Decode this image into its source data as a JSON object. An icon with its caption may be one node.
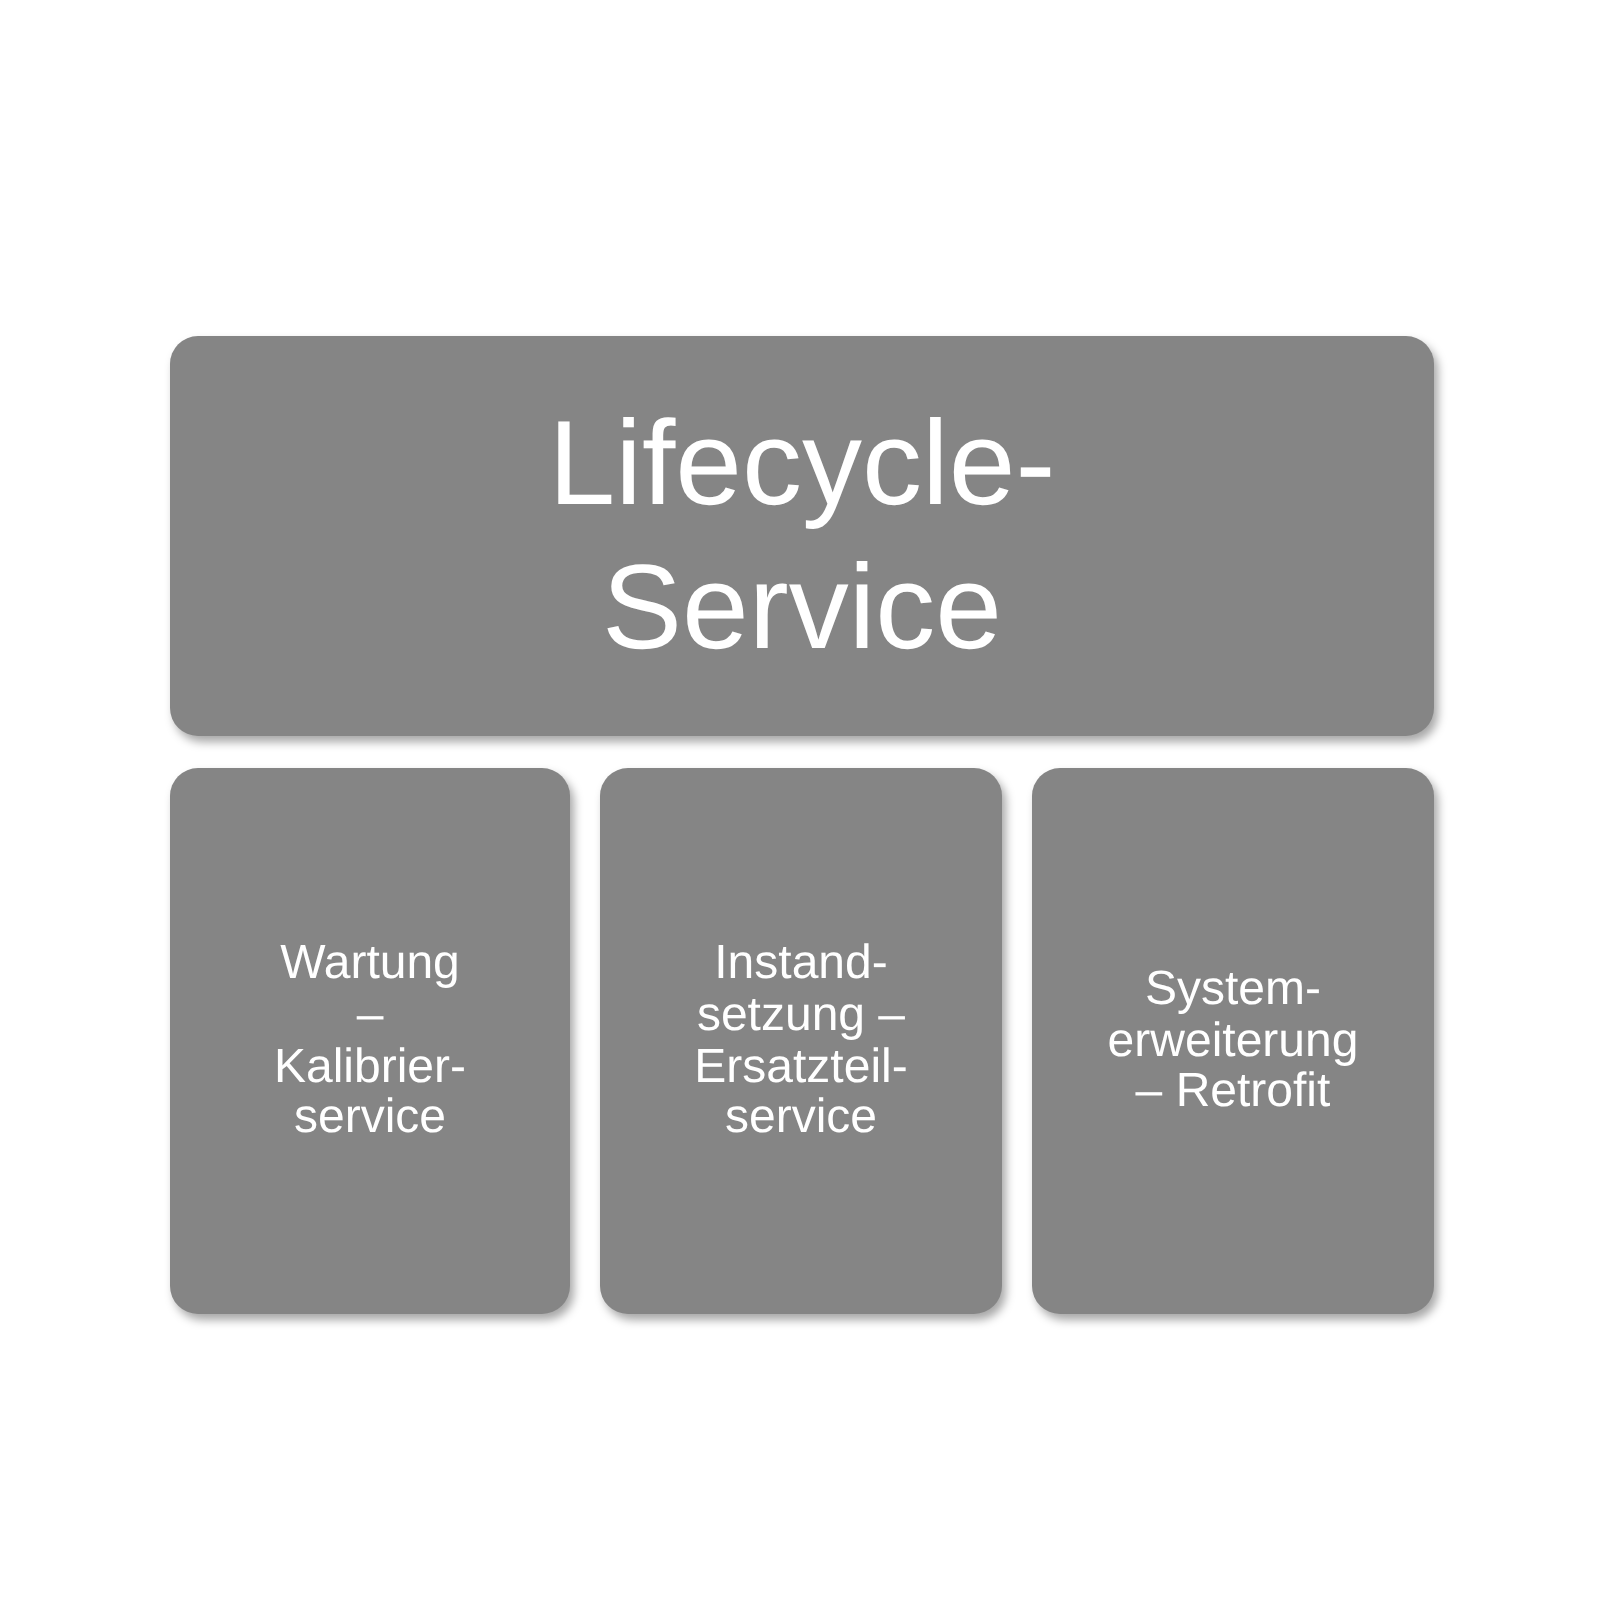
{
  "diagram": {
    "nodes": [
      {
        "text": [
          "Lifecycle- Service"
        ]
      },
      {
        "text": [
          "Wartung – Kalibrier- service"
        ]
      },
      {
        "text": [
          "Instand- setzung – Ersatzteil- service"
        ]
      },
      {
        "text": [
          "System- erweiterung – Retrofit"
        ]
      }
    ]
  }
}
